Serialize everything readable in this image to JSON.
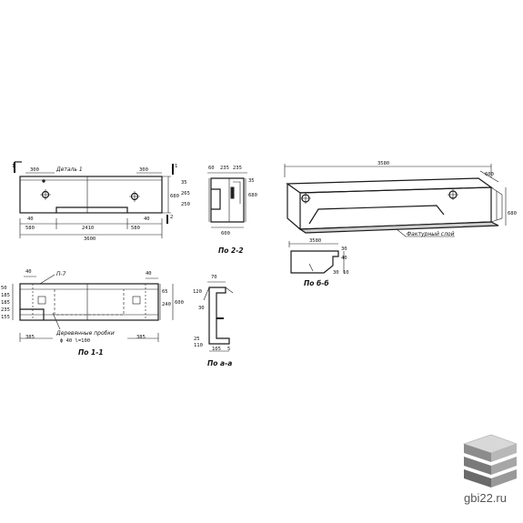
{
  "drawing": {
    "front_view": {
      "callout": "Деталь 1",
      "dims_top": [
        "300",
        "300"
      ],
      "dims_bottom": [
        "40",
        "40"
      ],
      "dims_spans": [
        "580",
        "2410",
        "580"
      ],
      "total_length": "3600",
      "height": "680",
      "section_marks": [
        "1",
        "1"
      ],
      "side_marks": [
        "2",
        "2"
      ]
    },
    "section_2_2": {
      "title": "По 2-2",
      "dims_top": [
        "60",
        "235",
        "235"
      ],
      "dims_right": [
        "35"
      ],
      "dims_left": [
        "35",
        "265",
        "250"
      ],
      "height": "680",
      "width": "600"
    },
    "isometric": {
      "length": "3580",
      "width": "600",
      "height": "680",
      "layer_label": "Фактурный слой"
    },
    "section_b_b": {
      "title": "По б-б",
      "length": "3580",
      "dims": [
        "30",
        "40",
        "30",
        "10"
      ]
    },
    "plan_view": {
      "callout": "П-7",
      "note_lines": [
        "Деревянные пробки",
        "ф 40  l=100"
      ],
      "dims_left": [
        "50",
        "185",
        "185",
        "235",
        "155"
      ],
      "dims_right": [
        "65",
        "240",
        "600"
      ],
      "dims_top": [
        "40",
        "40"
      ],
      "dims_bottom": [
        "385",
        "385"
      ],
      "title": "По 1-1"
    },
    "section_a_a": {
      "title": "По а-а",
      "dims": [
        "70",
        "120",
        "30",
        "25",
        "110",
        "105",
        "5"
      ]
    },
    "watermark": "gbi22.ru"
  }
}
